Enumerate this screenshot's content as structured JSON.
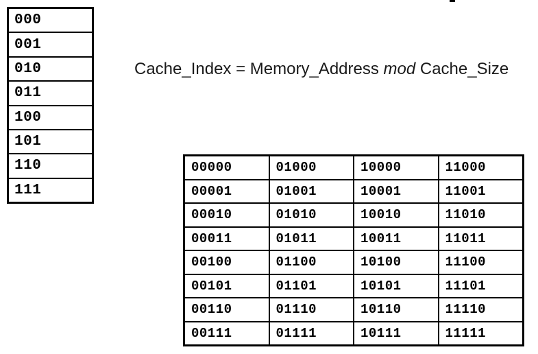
{
  "colors": {
    "background": "#ffffff",
    "border": "#000000",
    "text": "#000000"
  },
  "formula": {
    "left_text": "Cache_Index = Memory_Address ",
    "mod_keyword": "mod",
    "right_text": " Cache_Size",
    "full": "Cache_Index = Memory_Address mod Cache_Size"
  },
  "cache_index_table": {
    "rows": [
      "000",
      "001",
      "010",
      "011",
      "100",
      "101",
      "110",
      "111"
    ]
  },
  "memory_address_table": {
    "columns": [
      [
        "00000",
        "00001",
        "00010",
        "00011",
        "00100",
        "00101",
        "00110",
        "00111"
      ],
      [
        "01000",
        "01001",
        "01010",
        "01011",
        "01100",
        "01101",
        "01110",
        "01111"
      ],
      [
        "10000",
        "10001",
        "10010",
        "10011",
        "10100",
        "10101",
        "10110",
        "10111"
      ],
      [
        "11000",
        "11001",
        "11010",
        "11011",
        "11100",
        "11101",
        "11110",
        "11111"
      ]
    ]
  }
}
